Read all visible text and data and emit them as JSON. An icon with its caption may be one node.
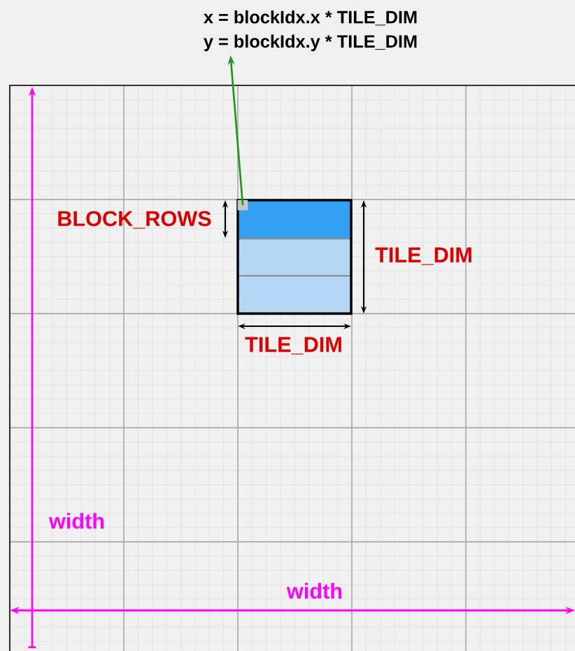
{
  "diagram": {
    "nodes": [
      {
        "text": [
          "x = blockIdx.x * TILE_DIM",
          "y = blockIdx.y * TILE_DIM"
        ]
      },
      {
        "text": [],
        "shape": "box"
      }
    ],
    "edges": [
      {
        "from": 1,
        "to": 0,
        "arrow": "to",
        "color": "#1a9a1a"
      }
    ],
    "labels": [
      "BLOCK_ROWS",
      "TILE_DIM",
      "TILE_DIM",
      "width",
      "width"
    ]
  }
}
